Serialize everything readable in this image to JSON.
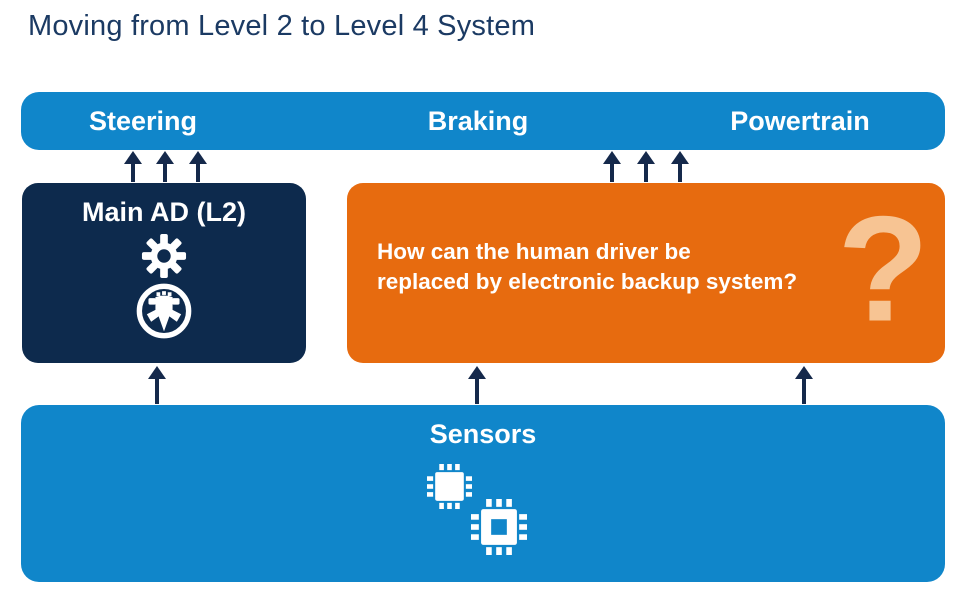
{
  "title": "Moving from Level 2 to Level 4 System",
  "top_bar": {
    "labels": [
      "Steering",
      "Braking",
      "Powertrain"
    ]
  },
  "main_ad": {
    "title": "Main AD (L2)",
    "icons": [
      "gear-icon",
      "steering-wheel-icon"
    ]
  },
  "question": {
    "lines": [
      "How can the human driver be",
      "replaced by electronic backup system?"
    ],
    "big_mark": "?"
  },
  "sensors": {
    "title": "Sensors",
    "icons": [
      "chip-icon",
      "chip-icon"
    ]
  },
  "colors": {
    "bar_blue": "#1086ca",
    "box_navy": "#0d2a4d",
    "box_orange": "#e76b0f",
    "arrow_navy": "#15294b",
    "question_mark_peach": "#f7c493",
    "title_navy": "#1b3a63",
    "text_white": "#ffffff"
  }
}
